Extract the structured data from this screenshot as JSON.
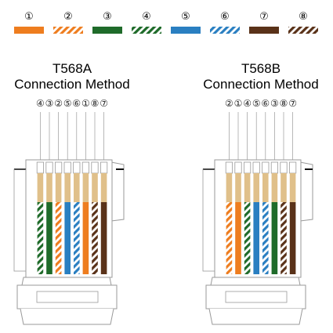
{
  "colors": {
    "orange": "#ee7d1f",
    "green": "#1f6b2a",
    "blue": "#2a7fc1",
    "brown": "#5a3219",
    "white": "#ffffff",
    "gold": "#e0c08a",
    "outline": "#9a9a9a"
  },
  "legend": [
    {
      "num": "①",
      "color": "orange",
      "striped": false
    },
    {
      "num": "②",
      "color": "orange",
      "striped": true
    },
    {
      "num": "③",
      "color": "green",
      "striped": false
    },
    {
      "num": "④",
      "color": "green",
      "striped": true
    },
    {
      "num": "⑤",
      "color": "blue",
      "striped": false
    },
    {
      "num": "⑥",
      "color": "blue",
      "striped": true
    },
    {
      "num": "⑦",
      "color": "brown",
      "striped": false
    },
    {
      "num": "⑧",
      "color": "brown",
      "striped": true
    }
  ],
  "connectors": [
    {
      "title_line1": "T568A",
      "title_line2": "Connection Method",
      "order": [
        "④",
        "③",
        "②",
        "⑤",
        "⑥",
        "①",
        "⑧",
        "⑦"
      ],
      "wires": [
        {
          "color": "green",
          "striped": true
        },
        {
          "color": "green",
          "striped": false
        },
        {
          "color": "orange",
          "striped": true
        },
        {
          "color": "blue",
          "striped": false
        },
        {
          "color": "blue",
          "striped": true
        },
        {
          "color": "orange",
          "striped": false
        },
        {
          "color": "brown",
          "striped": true
        },
        {
          "color": "brown",
          "striped": false
        }
      ]
    },
    {
      "title_line1": "T568B",
      "title_line2": "Connection Method",
      "order": [
        "②",
        "①",
        "④",
        "⑤",
        "⑥",
        "③",
        "⑧",
        "⑦"
      ],
      "wires": [
        {
          "color": "orange",
          "striped": true
        },
        {
          "color": "orange",
          "striped": false
        },
        {
          "color": "green",
          "striped": true
        },
        {
          "color": "blue",
          "striped": false
        },
        {
          "color": "blue",
          "striped": true
        },
        {
          "color": "green",
          "striped": false
        },
        {
          "color": "brown",
          "striped": true
        },
        {
          "color": "brown",
          "striped": false
        }
      ]
    }
  ]
}
